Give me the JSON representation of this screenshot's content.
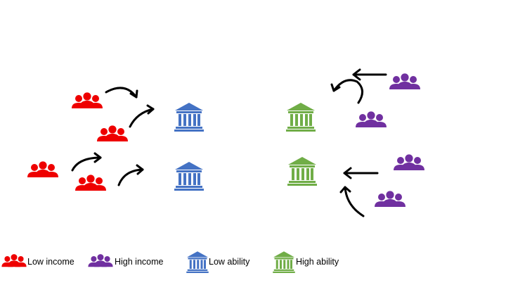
{
  "colors": {
    "low_income": "#ee0000",
    "high_income": "#7030a0",
    "low_ability": "#4472c4",
    "high_ability": "#70ad47",
    "arrow": "#000000"
  },
  "icons": {
    "people": "people-group-icon",
    "institution": "bank-building-icon"
  },
  "legend": {
    "low_income": "Low income",
    "high_income": "High income",
    "low_ability": "Low ability",
    "high_ability": "High ability"
  }
}
